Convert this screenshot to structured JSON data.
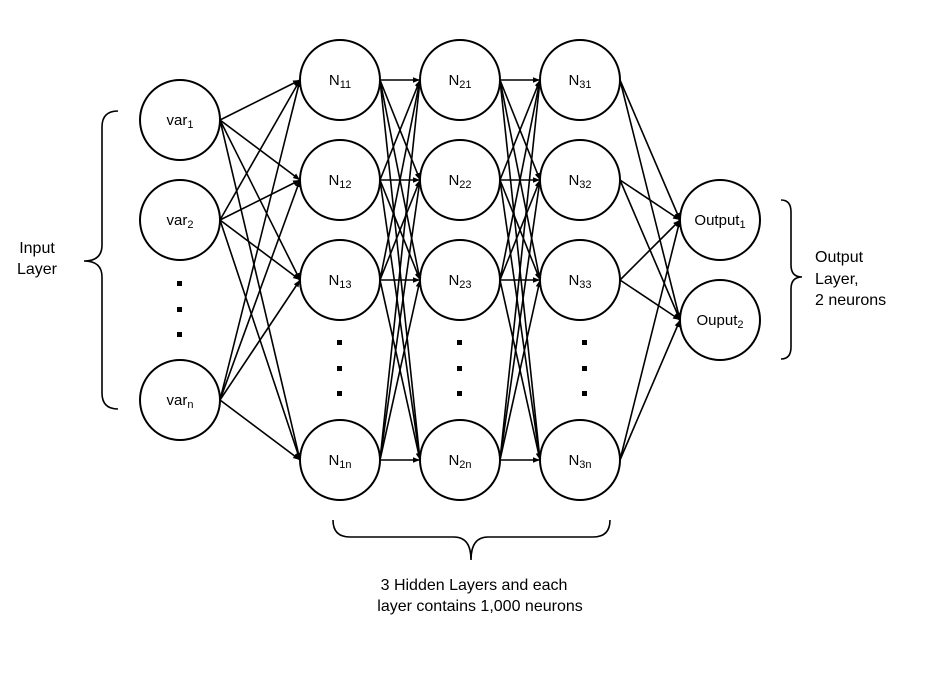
{
  "diagram": {
    "input_layer": {
      "label_line1": "Input",
      "label_line2": "Layer",
      "nodes": [
        {
          "id": "var1",
          "base": "var",
          "sub": "1"
        },
        {
          "id": "var2",
          "base": "var",
          "sub": "2"
        },
        {
          "id": "varn",
          "base": "var",
          "sub": "n"
        }
      ]
    },
    "hidden_layers": [
      {
        "nodes": [
          {
            "id": "N11",
            "base": "N",
            "sub": "11"
          },
          {
            "id": "N12",
            "base": "N",
            "sub": "12"
          },
          {
            "id": "N13",
            "base": "N",
            "sub": "13"
          },
          {
            "id": "N1n",
            "base": "N",
            "sub": "1n"
          }
        ]
      },
      {
        "nodes": [
          {
            "id": "N21",
            "base": "N",
            "sub": "21"
          },
          {
            "id": "N22",
            "base": "N",
            "sub": "22"
          },
          {
            "id": "N23",
            "base": "N",
            "sub": "23"
          },
          {
            "id": "N2n",
            "base": "N",
            "sub": "2n"
          }
        ]
      },
      {
        "nodes": [
          {
            "id": "N31",
            "base": "N",
            "sub": "31"
          },
          {
            "id": "N32",
            "base": "N",
            "sub": "32"
          },
          {
            "id": "N33",
            "base": "N",
            "sub": "33"
          },
          {
            "id": "N3n",
            "base": "N",
            "sub": "3n"
          }
        ]
      }
    ],
    "hidden_caption_line1": "3 Hidden Layers and each",
    "hidden_caption_line2": "layer contains 1,000 neurons",
    "output_layer": {
      "label_line1": "Output",
      "label_line2": "Layer,",
      "label_line3": "2 neurons",
      "nodes": [
        {
          "id": "out1",
          "base": "Output",
          "sub": "1"
        },
        {
          "id": "out2",
          "base": "Ouput",
          "sub": "2"
        }
      ]
    },
    "connectivity": "fully-connected"
  }
}
